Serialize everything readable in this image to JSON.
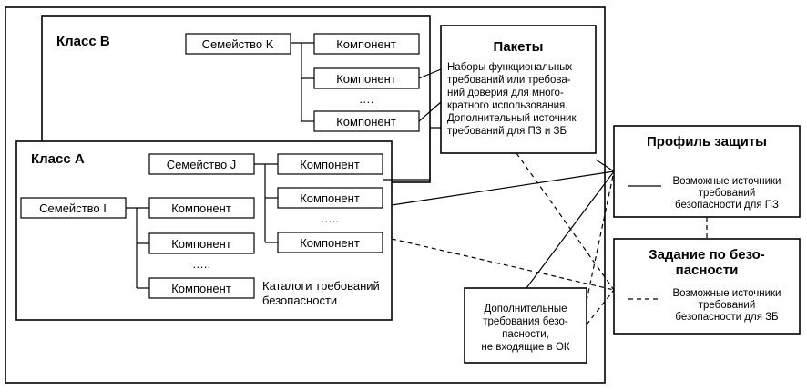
{
  "class_b": {
    "title": "Класс B",
    "family": "Семейство K",
    "components": [
      "Компонент",
      "Компонент",
      "Компонент"
    ],
    "ellipsis": "…."
  },
  "class_a": {
    "title": "Класс A",
    "family_j": "Семейство J",
    "family_j_components": [
      "Компонент",
      "Компонент",
      "Компонент"
    ],
    "family_j_ellipsis": "…..",
    "family_i": "Семейство I",
    "family_i_components": [
      "Компонент",
      "Компонент",
      "Компонент"
    ],
    "family_i_ellipsis": "…..",
    "catalog_label": [
      "Каталоги требований",
      "безопасности"
    ]
  },
  "packages": {
    "title": "Пакеты",
    "text": [
      "Наборы функциональных",
      "требований или требова-",
      "ний доверия для много-",
      "кратного использования.",
      "Дополнительный источник",
      "требований для ПЗ и ЗБ"
    ]
  },
  "protection_profile": {
    "title": "Профиль защиты",
    "legend": [
      "Возможные источники",
      "требований",
      "безопасности для ПЗ"
    ]
  },
  "security_target": {
    "title": [
      "Задание по безо-",
      "пасности"
    ],
    "legend": [
      "Возможные источники",
      "требований",
      "безопасности для ЗБ"
    ]
  },
  "additional": {
    "text": [
      "Дополнительные",
      "требования безо-",
      "пасности,",
      "не входящие в ОК"
    ]
  }
}
